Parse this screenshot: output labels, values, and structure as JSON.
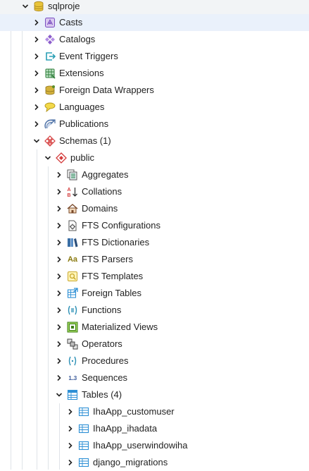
{
  "tree": {
    "root": {
      "label": "sqlproje"
    },
    "db_children": [
      {
        "label": "Casts"
      },
      {
        "label": "Catalogs"
      },
      {
        "label": "Event Triggers"
      },
      {
        "label": "Extensions"
      },
      {
        "label": "Foreign Data Wrappers"
      },
      {
        "label": "Languages"
      },
      {
        "label": "Publications"
      },
      {
        "label": "Schemas (1)"
      }
    ],
    "schema": {
      "label": "public"
    },
    "schema_children": [
      {
        "label": "Aggregates"
      },
      {
        "label": "Collations"
      },
      {
        "label": "Domains"
      },
      {
        "label": "FTS Configurations"
      },
      {
        "label": "FTS Dictionaries"
      },
      {
        "label": "FTS Parsers"
      },
      {
        "label": "FTS Templates"
      },
      {
        "label": "Foreign Tables"
      },
      {
        "label": "Functions"
      },
      {
        "label": "Materialized Views"
      },
      {
        "label": "Operators"
      },
      {
        "label": "Procedures"
      },
      {
        "label": "Sequences"
      },
      {
        "label": "Tables (4)"
      }
    ],
    "tables": [
      {
        "label": "IhaApp_customuser"
      },
      {
        "label": "IhaApp_ihadata"
      },
      {
        "label": "IhaApp_userwindowiha"
      },
      {
        "label": "django_migrations"
      }
    ],
    "icons": {
      "fts_parsers_glyph": "Aa",
      "sequences_glyph": "1..3"
    }
  },
  "colors": {
    "accent": "#326690",
    "selected_bg": "#eaf1fb",
    "hover_bg": "#f2f4f6",
    "table_icon": "#2d8fd5"
  }
}
